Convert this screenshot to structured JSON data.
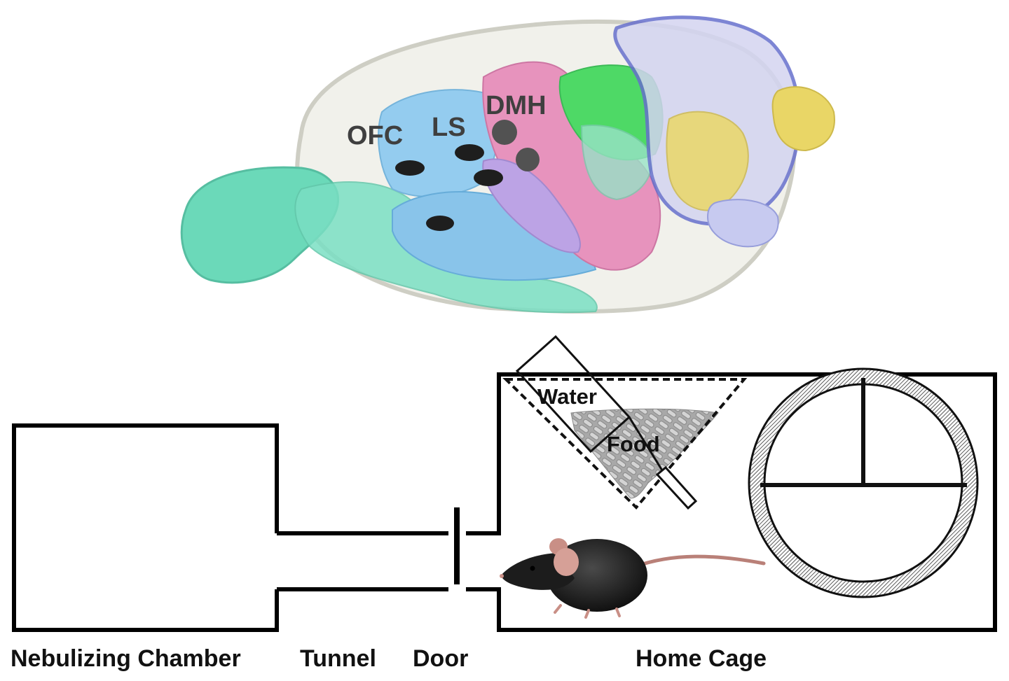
{
  "brain": {
    "regions": {
      "ofc": "OFC",
      "ls": "LS",
      "dmh": "DMH"
    },
    "colors": {
      "olfactory": "#5fd6b4",
      "cortex_blue": "#8cc8ee",
      "striatum_pink": "#e58ab8",
      "hypothalamus_purple": "#b79ce3",
      "midbrain_green": "#3fd65a",
      "cerebellum_yellow": "#e8d35a",
      "cerebellum_outline": "#5a63c8",
      "marker_black": "#0b0b0b",
      "marker_grey": "#444444"
    }
  },
  "apparatus": {
    "water_label": "Water",
    "food_label": "Food"
  },
  "labels": {
    "chamber": "Nebulizing Chamber",
    "tunnel": "Tunnel",
    "door": "Door",
    "home_cage": "Home Cage"
  }
}
